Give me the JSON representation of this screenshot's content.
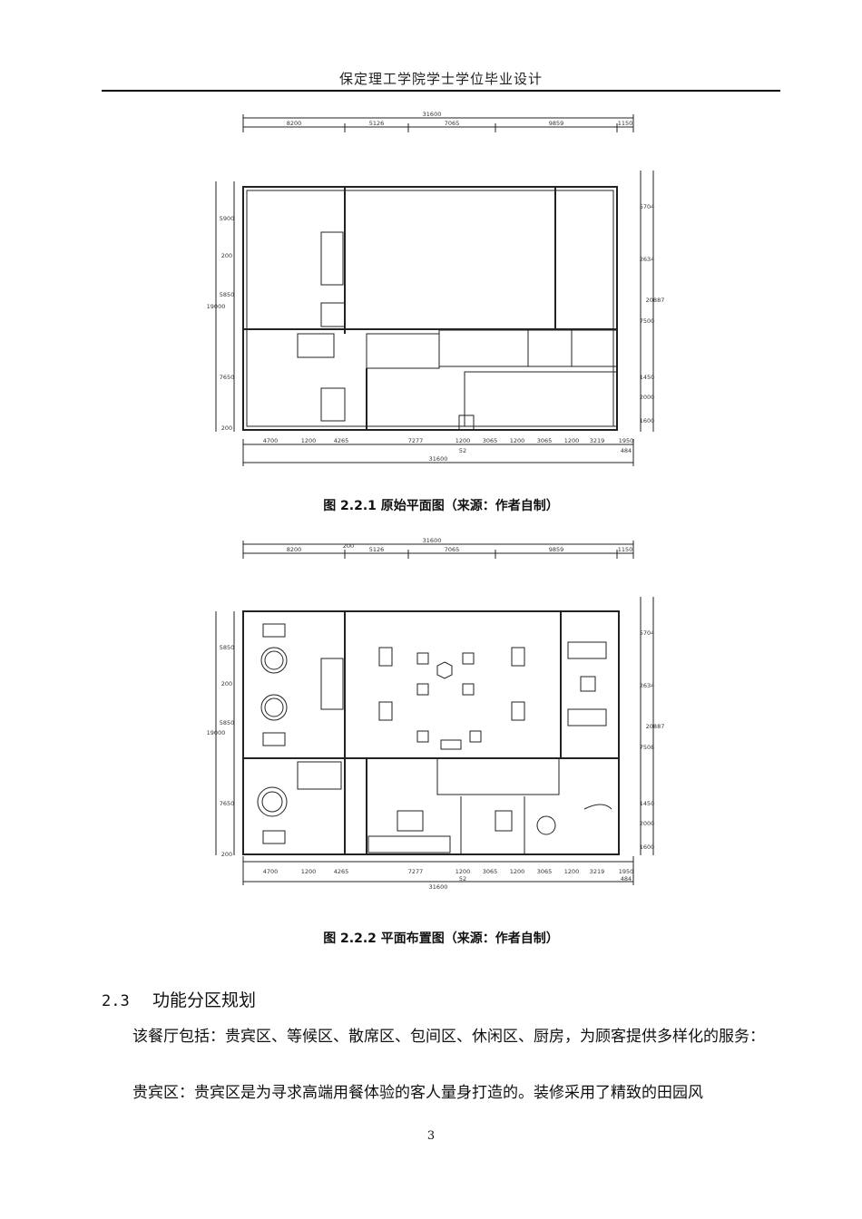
{
  "header": {
    "title": "保定理工学院学士学位毕业设计"
  },
  "figures": [
    {
      "caption": "图 2.2.1  原始平面图（来源：作者自制）",
      "dims": {
        "top_total": "31600",
        "top": [
          "8200",
          "5126",
          "7065",
          "9859",
          "1150"
        ],
        "bottom": [
          "4700",
          "1200",
          "4265",
          "7277",
          "1200",
          "3065",
          "1200",
          "3065",
          "1200",
          "3219",
          "1950",
          "484"
        ],
        "bottom_extra": "52",
        "bottom_total": "31600",
        "left": [
          "5900",
          "200",
          "5850",
          "7650",
          "200"
        ],
        "left_total": "19000",
        "right": [
          "5704",
          "2634",
          "7500",
          "1450",
          "2000",
          "1600"
        ],
        "right_total": "20887"
      }
    },
    {
      "caption": "图 2.2.2  平面布置图（来源：作者自制）",
      "dims": {
        "top_total": "31600",
        "top_extra": "200",
        "top": [
          "8200",
          "5126",
          "7065",
          "9859",
          "1150"
        ],
        "bottom": [
          "4700",
          "1200",
          "4265",
          "7277",
          "1200",
          "3065",
          "1200",
          "3065",
          "1200",
          "3219",
          "1950",
          "484"
        ],
        "bottom_extra": "52",
        "bottom_total": "31600",
        "left": [
          "5850",
          "200",
          "5850",
          "7650",
          "200"
        ],
        "left_total": "19000",
        "right": [
          "5704",
          "2634",
          "7508",
          "1450",
          "2000",
          "1600"
        ],
        "right_total": "20887"
      }
    }
  ],
  "section": {
    "number": "2.3",
    "title": "功能分区规划"
  },
  "paragraphs": [
    "该餐厅包括：贵宾区、等候区、散席区、包间区、休闲区、厨房，为顾客提供多样化的服务：",
    "贵宾区：贵宾区是为寻求高端用餐体验的客人量身打造的。装修采用了精致的田园风"
  ],
  "page_number": "3"
}
